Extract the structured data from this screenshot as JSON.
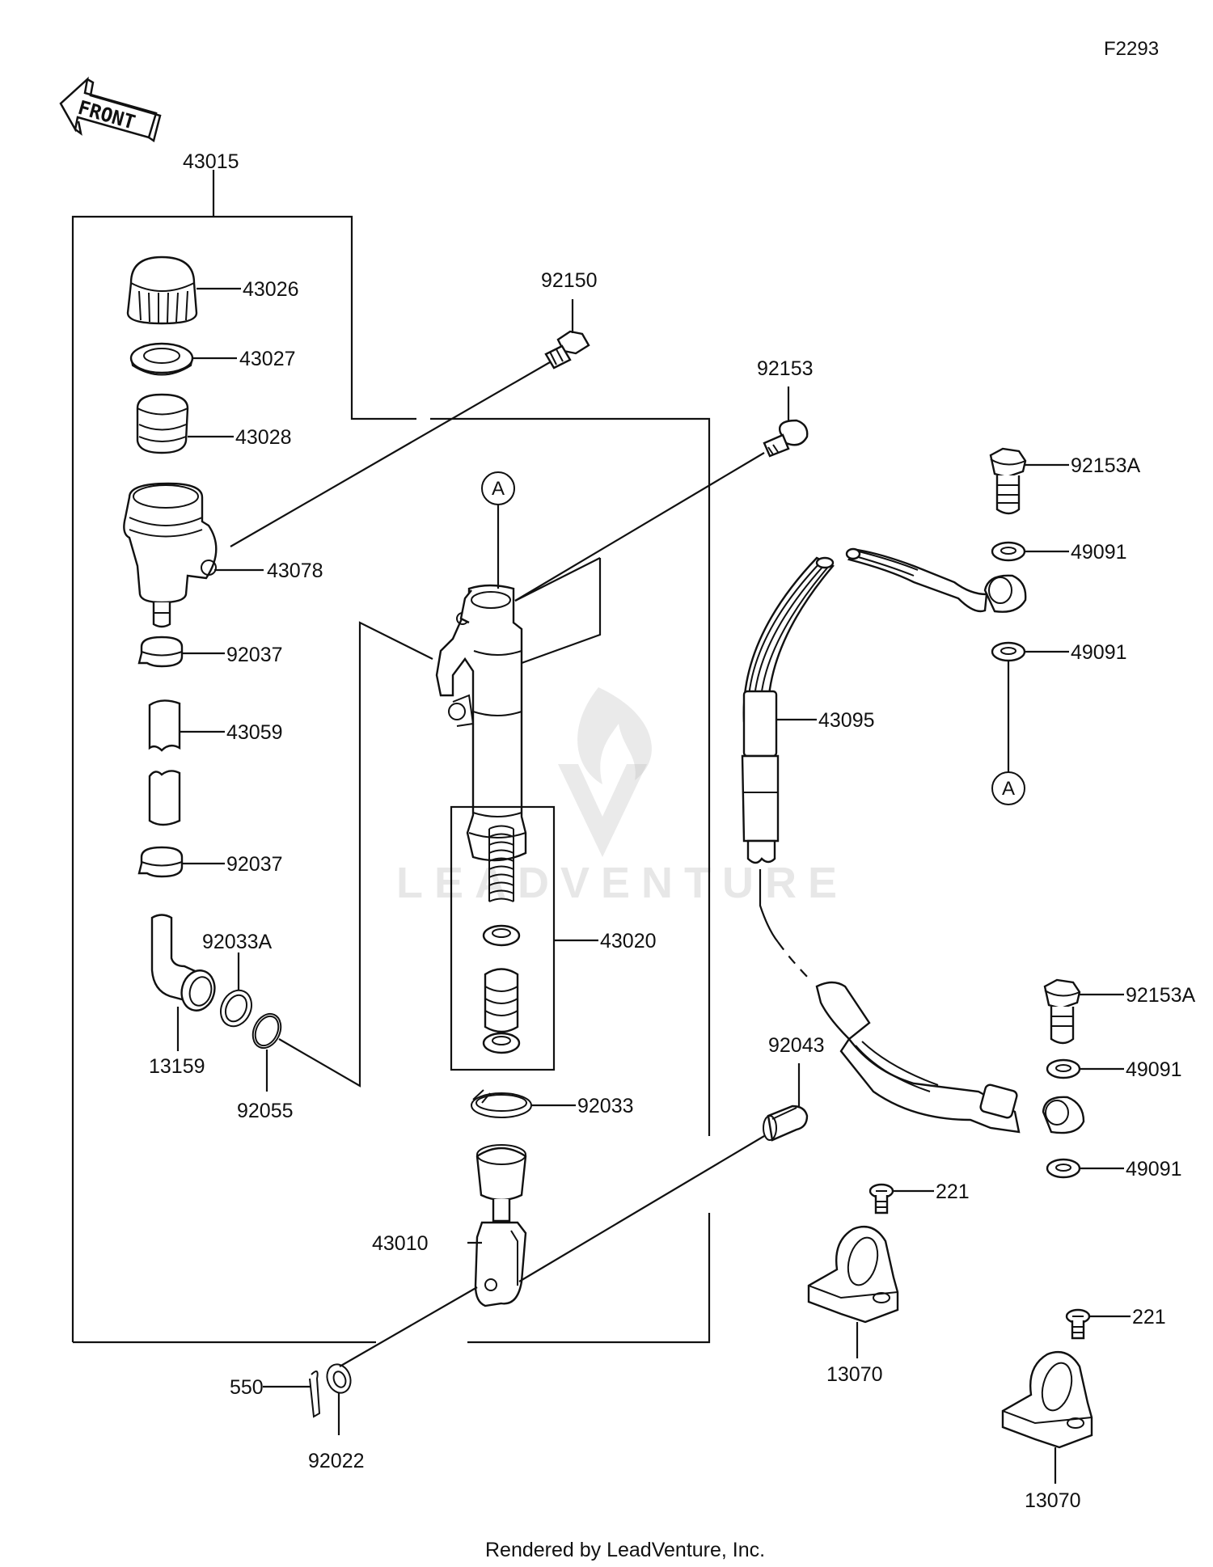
{
  "diagram_code": "F2293",
  "front_label": "FRONT",
  "footer": "Rendered by LeadVenture, Inc.",
  "watermark": "LEADVENTURE",
  "reference_marker": "A",
  "parts": [
    {
      "id": "p43015",
      "number": "43015"
    },
    {
      "id": "p43026",
      "number": "43026"
    },
    {
      "id": "p43027",
      "number": "43027"
    },
    {
      "id": "p43028",
      "number": "43028"
    },
    {
      "id": "p43078",
      "number": "43078"
    },
    {
      "id": "p92037a",
      "number": "92037"
    },
    {
      "id": "p43059",
      "number": "43059"
    },
    {
      "id": "p92037b",
      "number": "92037"
    },
    {
      "id": "p92033A",
      "number": "92033A"
    },
    {
      "id": "p13159",
      "number": "13159"
    },
    {
      "id": "p92055",
      "number": "92055"
    },
    {
      "id": "p92150",
      "number": "92150"
    },
    {
      "id": "p92153",
      "number": "92153"
    },
    {
      "id": "p43020",
      "number": "43020"
    },
    {
      "id": "p92033",
      "number": "92033"
    },
    {
      "id": "p43010",
      "number": "43010"
    },
    {
      "id": "p550",
      "number": "550"
    },
    {
      "id": "p92022",
      "number": "92022"
    },
    {
      "id": "p92043",
      "number": "92043"
    },
    {
      "id": "p92153Aa",
      "number": "92153A"
    },
    {
      "id": "p49091a",
      "number": "49091"
    },
    {
      "id": "p49091b",
      "number": "49091"
    },
    {
      "id": "p43095",
      "number": "43095"
    },
    {
      "id": "p92153Ab",
      "number": "92153A"
    },
    {
      "id": "p49091c",
      "number": "49091"
    },
    {
      "id": "p49091d",
      "number": "49091"
    },
    {
      "id": "p221a",
      "number": "221"
    },
    {
      "id": "p13070a",
      "number": "13070"
    },
    {
      "id": "p221b",
      "number": "221"
    },
    {
      "id": "p13070b",
      "number": "13070"
    }
  ]
}
